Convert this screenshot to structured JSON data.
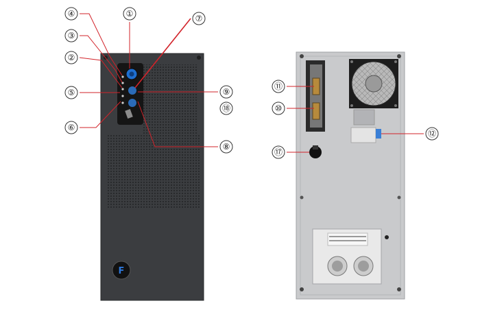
{
  "front_view": {
    "callouts": [
      "①",
      "②",
      "③",
      "④",
      "⑤",
      "⑥",
      "⑦",
      "⑧",
      "⑨",
      "⑱"
    ],
    "logo_text": "F"
  },
  "rear_view": {
    "callouts": [
      "⑩",
      "⑪",
      "⑫",
      "⑰"
    ]
  },
  "colors": {
    "front_panel": "#3b3d40",
    "rear_panel": "#c9cacc",
    "leader_line": "#d2232a",
    "switch_blue": "#3a7fd6"
  }
}
